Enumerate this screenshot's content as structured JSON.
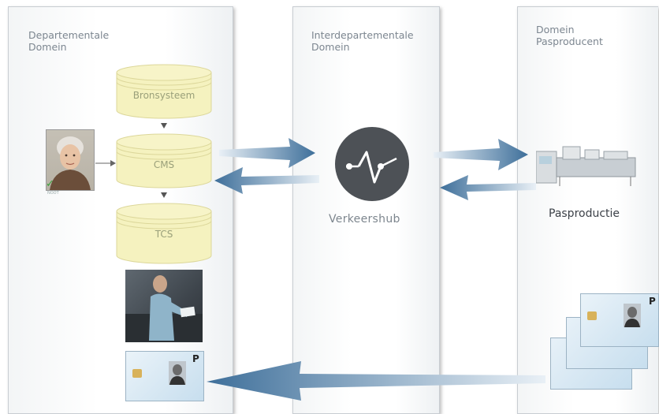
{
  "domains": {
    "departmental": {
      "title": "Departementale\nDomein"
    },
    "interdepartmental": {
      "title": "Interdepartementale\nDomein"
    },
    "producer": {
      "title": "Domein\nPasproducent"
    }
  },
  "databases": [
    {
      "label": "Bronsysteem"
    },
    {
      "label": "CMS"
    },
    {
      "label": "TCS"
    }
  ],
  "hub": {
    "label": "Verkeershub"
  },
  "production": {
    "label": "Pasproductie"
  },
  "photo": {
    "caption": "NOOT"
  },
  "card": {
    "letter": "P"
  },
  "colors": {
    "cylinder": "#f5f2bf",
    "cylinder_stroke": "#dcd79a",
    "arrow": "#3e6f9a",
    "hub": "#4d5156"
  }
}
